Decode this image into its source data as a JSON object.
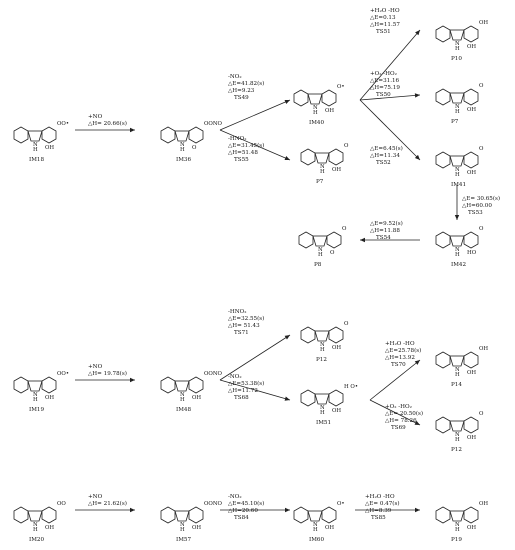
{
  "scheme": {
    "molecules": [
      {
        "id": "IM18",
        "label": "IM18",
        "sub": {
          "a": "OO•",
          "b": "OH"
        }
      },
      {
        "id": "IM36",
        "label": "IM36",
        "sub": {
          "a": "OONO",
          "b": "O"
        }
      },
      {
        "id": "IM40",
        "label": "IM40",
        "sub": {
          "a": "O•",
          "b": "OH"
        }
      },
      {
        "id": "P7a",
        "label": "P7",
        "sub": {
          "a": "O",
          "b": "OH"
        }
      },
      {
        "id": "P10",
        "label": "P10",
        "sub": {
          "a": "OH",
          "b": "OH"
        }
      },
      {
        "id": "P7b",
        "label": "P7",
        "sub": {
          "a": "O",
          "b": "OH"
        }
      },
      {
        "id": "IM41",
        "label": "IM41",
        "sub": {
          "a": "O",
          "b": "OH"
        }
      },
      {
        "id": "IM42",
        "label": "IM42",
        "sub": {
          "a": "O",
          "b": "HO"
        }
      },
      {
        "id": "P8",
        "label": "P8",
        "sub": {
          "a": "O",
          "b": "O"
        }
      },
      {
        "id": "IM19",
        "label": "IM19",
        "sub": {
          "a": "OO•",
          "b": "OH"
        }
      },
      {
        "id": "IM48",
        "label": "IM48",
        "sub": {
          "a": "OONO",
          "b": "OH"
        }
      },
      {
        "id": "P12a",
        "label": "P12",
        "sub": {
          "a": "O",
          "b": "OH"
        }
      },
      {
        "id": "IM51",
        "label": "IM51",
        "sub": {
          "a": "H  O•",
          "b": "OH"
        }
      },
      {
        "id": "P14",
        "label": "P14",
        "sub": {
          "a": "OH",
          "b": "OH"
        }
      },
      {
        "id": "P12b",
        "label": "P12",
        "sub": {
          "a": "O",
          "b": "OH"
        }
      },
      {
        "id": "IM20",
        "label": "IM20",
        "sub": {
          "a": "OO",
          "b": "OH"
        }
      },
      {
        "id": "IM57",
        "label": "IM57",
        "sub": {
          "a": "OONO",
          "b": "OH"
        }
      },
      {
        "id": "IM60",
        "label": "IM60",
        "sub": {
          "a": "O•",
          "b": "OH"
        }
      },
      {
        "id": "P19",
        "label": "P19",
        "sub": {
          "a": "OH",
          "b": "OH"
        }
      }
    ],
    "steps": [
      {
        "id": "s1",
        "reagent": "+NO",
        "energy": "△H= 20.66(s)",
        "ts": ""
      },
      {
        "id": "s2",
        "reagent": "-NO₂",
        "energy": "△E=41.82(s)",
        "energy2": "△H=9.23",
        "ts": "TS49"
      },
      {
        "id": "s3",
        "reagent": "-HNO₂",
        "energy": "△E=31.45(s)",
        "energy2": "△H=51.48",
        "ts": "TS55"
      },
      {
        "id": "s4",
        "reagent": "+H₂O  -HO",
        "energy": "△E=0.13",
        "energy2": "△H=11.57",
        "ts": "TS51"
      },
      {
        "id": "s5",
        "reagent": "+O₂  -HO₂",
        "energy": "△E=31.16",
        "energy2": "△H=75.19",
        "ts": "TS50"
      },
      {
        "id": "s6",
        "reagent": "",
        "energy": "△E=6.45(s)",
        "energy2": "△H=11.34",
        "ts": "TS52"
      },
      {
        "id": "s7",
        "reagent": "",
        "energy": "△E= 30.65(s)",
        "energy2": "△H=60.00",
        "ts": "TS53"
      },
      {
        "id": "s8",
        "reagent": "",
        "energy": "△E=9.52(s)",
        "energy2": "△H=11.88",
        "ts": "TS54"
      },
      {
        "id": "s9",
        "reagent": "+NO",
        "energy": "△H= 19.78(s)",
        "ts": ""
      },
      {
        "id": "s10",
        "reagent": "-HNO₂",
        "energy": "△E=32.55(s)",
        "energy2": "△H= 51.43",
        "ts": "TS71"
      },
      {
        "id": "s11",
        "reagent": "-NO₂",
        "energy": "△E=53.38(s)",
        "energy2": "△H=11.72",
        "ts": "TS68"
      },
      {
        "id": "s12",
        "reagent": "+H₂O  -HO",
        "energy": "△E=25.78(s)",
        "energy2": "△H=13.92",
        "ts": "TS70"
      },
      {
        "id": "s13",
        "reagent": "+O₂  -HO₂",
        "energy": "△E= 20.50(s)",
        "energy2": "△H= 78.26",
        "ts": "TS69"
      },
      {
        "id": "s14",
        "reagent": "+NO",
        "energy": "△H= 21.62(s)",
        "ts": ""
      },
      {
        "id": "s15",
        "reagent": "-NO₂",
        "energy": "△E=45.10(s)",
        "energy2": "△H=20.60",
        "ts": "TS84"
      },
      {
        "id": "s16",
        "reagent": "+H₂O  -HO",
        "energy": "△E= 0.47(s)",
        "energy2": "△H=8.39",
        "ts": "TS85"
      }
    ]
  }
}
